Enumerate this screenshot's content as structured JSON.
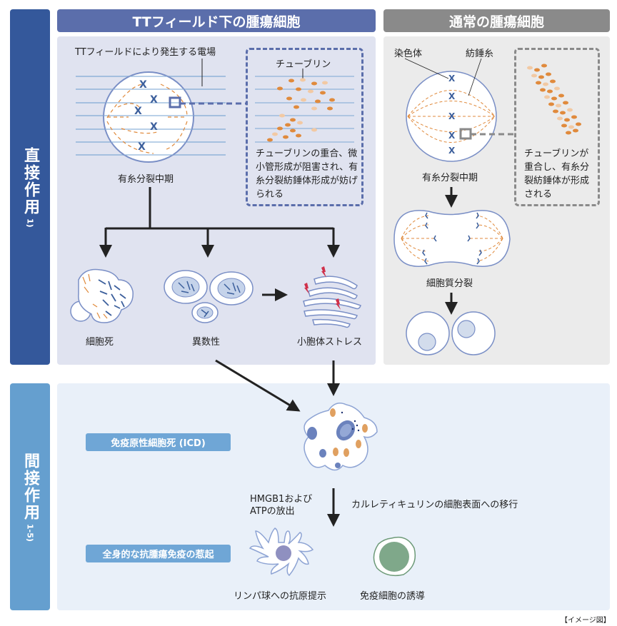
{
  "sidebars": {
    "direct": {
      "label": "直接作用",
      "ref": "1)"
    },
    "indirect": {
      "label": "間接作用",
      "ref": "1-5)"
    }
  },
  "headers": {
    "tt_fields": "TTフィールド下の腫瘍細胞",
    "normal": "通常の腫瘍細胞"
  },
  "tt_panel": {
    "electric_field_label": "TTフィールドにより発生する電場",
    "metaphase_label": "有糸分裂中期",
    "inset": {
      "tubulin_label": "チューブリン",
      "description": "チューブリンの重合、微小管形成が阻害され、有糸分裂紡錘体形成が妨げられる"
    },
    "outcomes": [
      "細胞死",
      "異数性",
      "小胞体ストレス"
    ]
  },
  "normal_panel": {
    "chromosome_label": "染色体",
    "spindle_label": "紡錘糸",
    "metaphase_label": "有糸分裂中期",
    "cytokinesis_label": "細胞質分裂",
    "inset": {
      "description": "チューブリンが重合し、有糸分裂紡錘体が形成される"
    }
  },
  "indirect_panel": {
    "icd_tag": "免疫原性細胞死 (ICD)",
    "systemic_tag": "全身的な抗腫瘍免疫の惹起",
    "release_label_line1": "HMGB1および",
    "release_label_line2": "ATPの放出",
    "calreticulin_label": "カルレティキュリンの細胞表面への移行",
    "antigen_label": "リンパ球への抗原提示",
    "immune_label": "免疫細胞の誘導"
  },
  "footer_note": "【イメージ図】",
  "colors": {
    "direct_sidebar": "#34589b",
    "indirect_sidebar": "#659fcf",
    "tt_header": "#5b6eab",
    "normal_header": "#8a8a8a",
    "tt_panel_bg": "#e0e3f0",
    "normal_panel_bg": "#ebebeb",
    "indirect_panel_bg": "#e9f0f9",
    "spindle_orange": "#e08a3c",
    "chromosome_blue": "#3c5f9c",
    "stress_red": "#d0304a",
    "immune_green": "#7fa88a"
  }
}
